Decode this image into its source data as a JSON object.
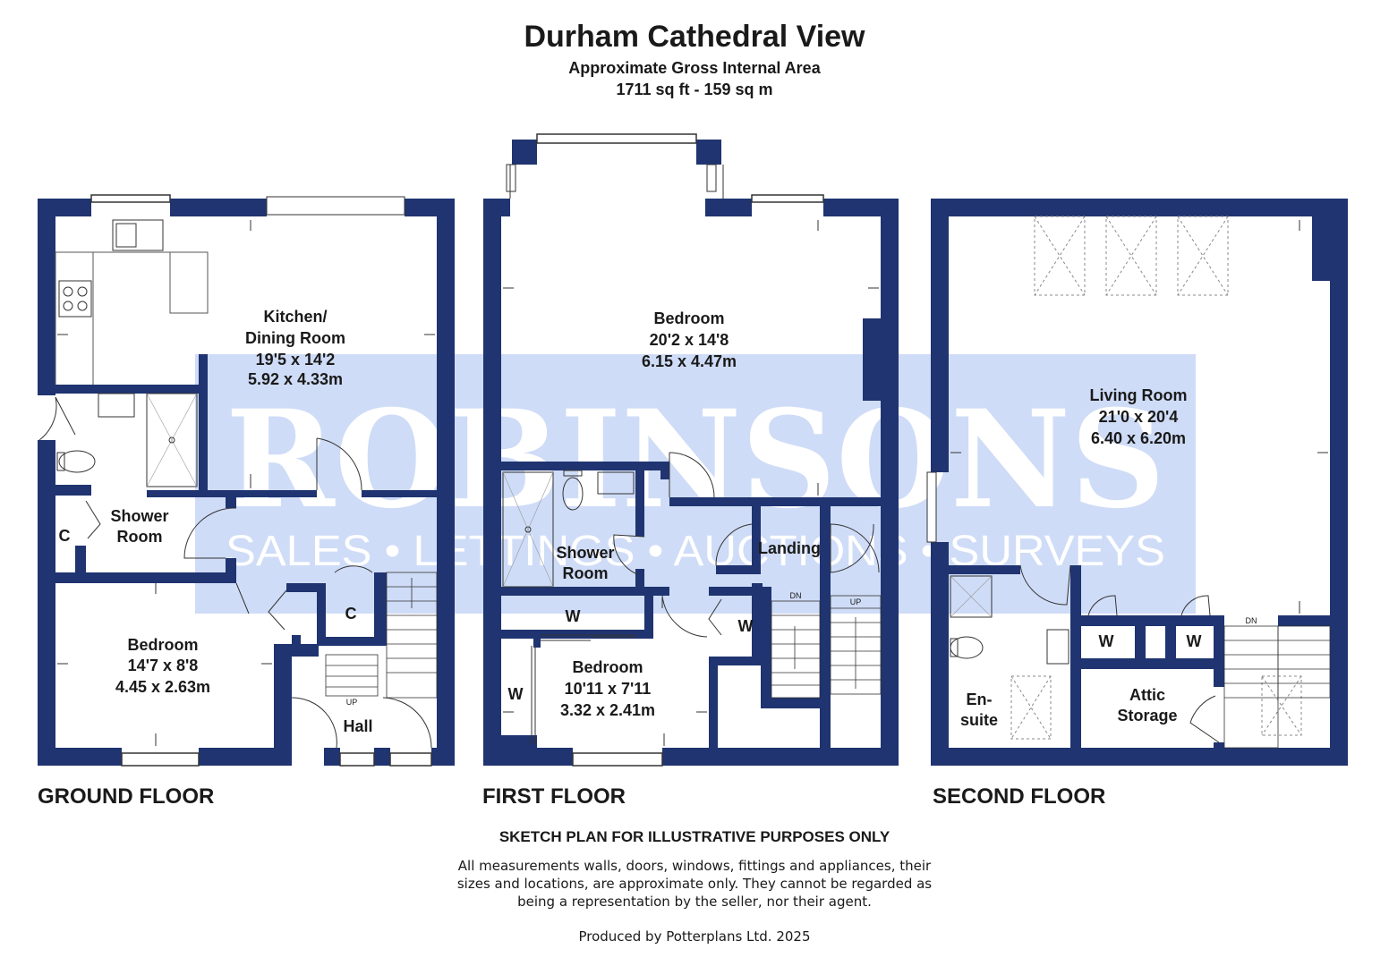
{
  "title": "Durham Cathedral View",
  "subtitle_1": "Approximate Gross Internal Area",
  "subtitle_2": "1711 sq ft - 159 sq m",
  "watermark": {
    "brand": "ROBINSONS",
    "tagline": "SALES • LETTINGS • AUCTIONS • SURVEYS"
  },
  "floors": {
    "ground": {
      "label": "GROUND FLOOR",
      "kitchen": [
        "Kitchen/",
        "Dining Room",
        "19'5 x 14'2",
        "5.92 x 4.33m"
      ],
      "shower": [
        "Shower",
        "Room"
      ],
      "bedroom": [
        "Bedroom",
        "14'7 x 8'8",
        "4.45 x 2.63m"
      ],
      "hall": "Hall",
      "cupboard_a": "C",
      "cupboard_b": "C",
      "up": "UP"
    },
    "first": {
      "label": "FIRST FLOOR",
      "bedroom_main": [
        "Bedroom",
        "20'2 x 14'8",
        "6.15 x 4.47m"
      ],
      "shower": [
        "Shower",
        "Room"
      ],
      "landing": "Landing",
      "bedroom_2": [
        "Bedroom",
        "10'11 x 7'11",
        "3.32 x 2.41m"
      ],
      "wardrobe_a": "W",
      "wardrobe_b": "W",
      "wardrobe_c": "W",
      "dn": "DN",
      "up": "UP"
    },
    "second": {
      "label": "SECOND FLOOR",
      "living": [
        "Living Room",
        "21'0 x 20'4",
        "6.40 x 6.20m"
      ],
      "ensuite": [
        "En-",
        "suite"
      ],
      "attic": [
        "Attic",
        "Storage"
      ],
      "wardrobe_a": "W",
      "wardrobe_b": "W",
      "dn": "DN"
    }
  },
  "disclaimer_heading": "SKETCH PLAN FOR ILLUSTRATIVE PURPOSES ONLY",
  "disclaimer_lines": [
    "All measurements walls, doors, windows, fittings and appliances, their",
    "sizes and locations, are approximate only. They cannot be regarded as",
    "being a representation by the seller, nor their agent."
  ],
  "producer": "Produced by Potterplans Ltd. 2025",
  "colors": {
    "wall": "#1f3470",
    "watermark_bg": "#cfdcf7",
    "text": "#1a1a1a"
  }
}
